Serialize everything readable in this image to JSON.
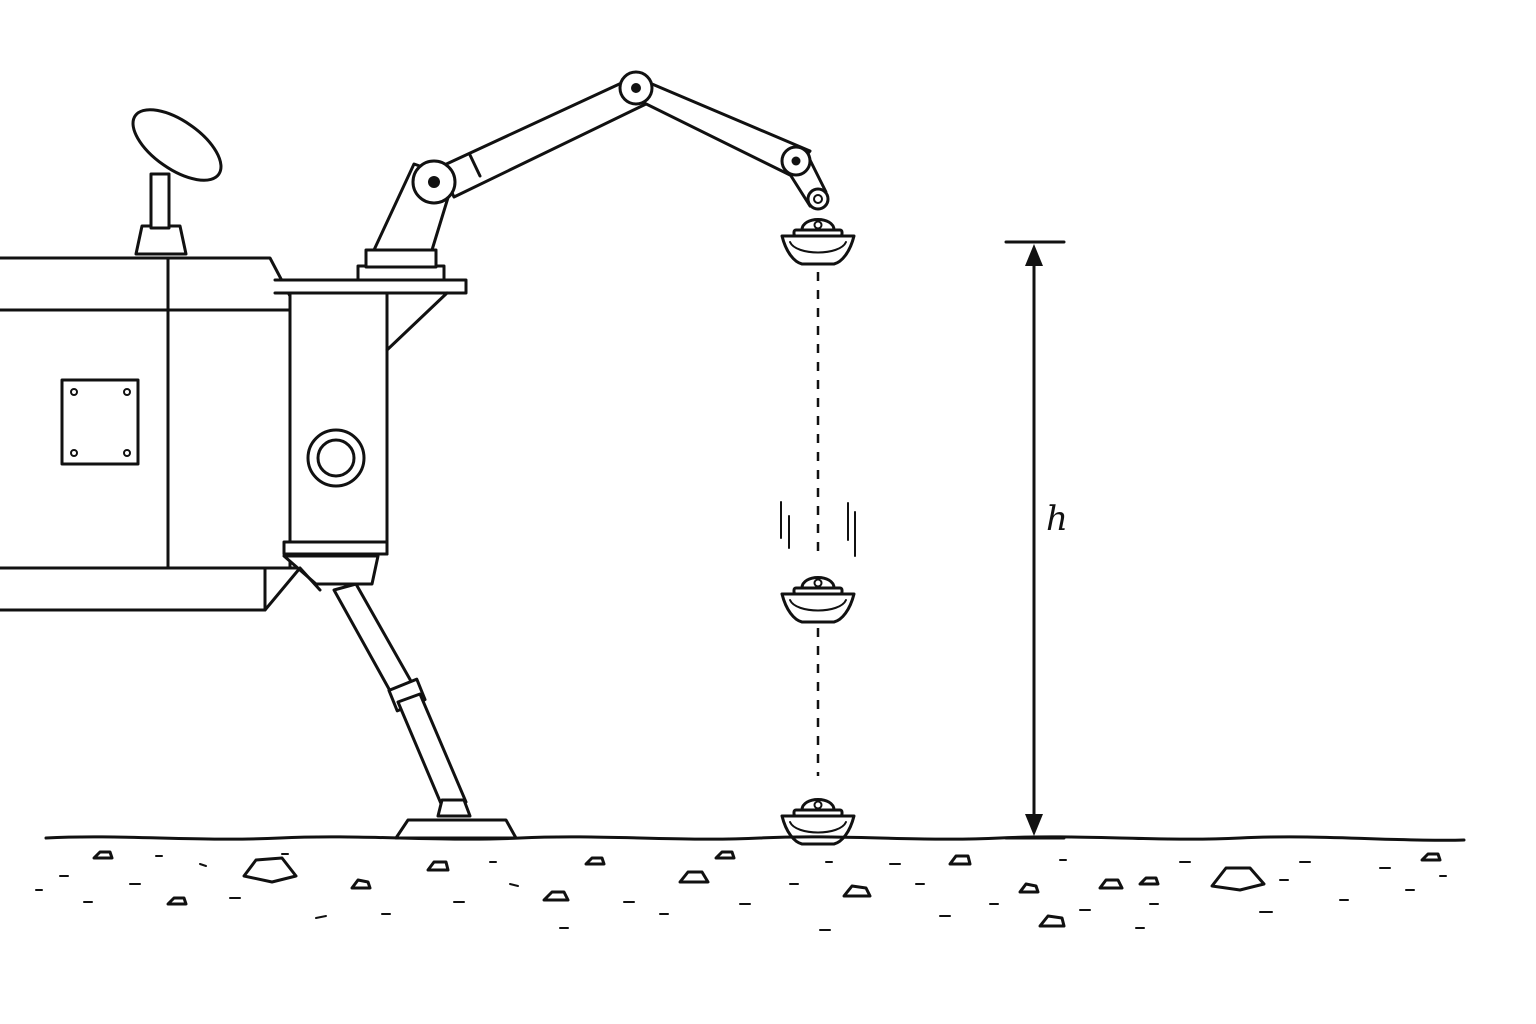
{
  "diagram": {
    "height_label": "h",
    "colors": {
      "ink": "#111111",
      "background": "#ffffff"
    },
    "elements": [
      "lander-body",
      "antenna-dish",
      "robotic-arm",
      "sample-container",
      "landing-leg",
      "ground-surface",
      "height-dimension"
    ]
  }
}
